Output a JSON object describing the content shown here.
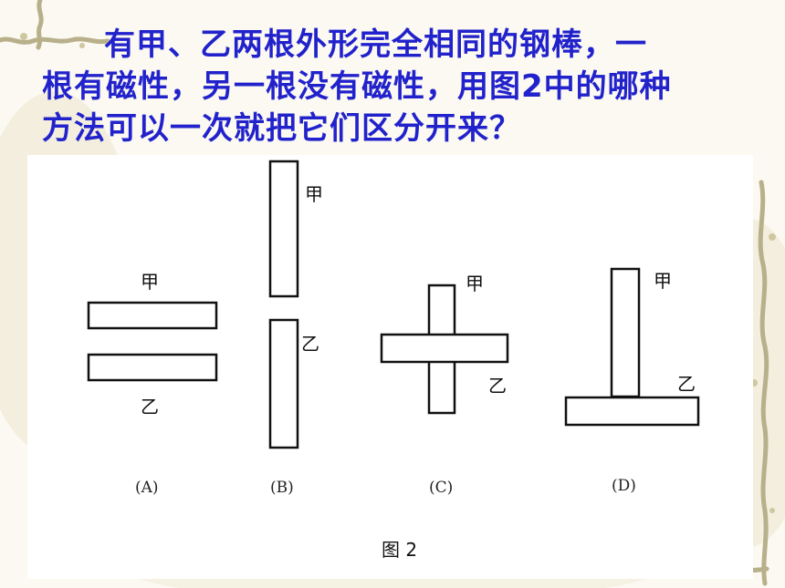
{
  "question": {
    "line1": "有甲、乙两根外形完全相同的钢棒，一",
    "line2": "根有磁性，另一根没有磁性，用图2中的哪种",
    "line3": "方法可以一次就把它们区分开来？"
  },
  "figure": {
    "rod_a": "甲",
    "rod_b": "乙",
    "options": [
      {
        "id": "A",
        "label": "(A)"
      },
      {
        "id": "B",
        "label": "(B)"
      },
      {
        "id": "C",
        "label": "(C)"
      },
      {
        "id": "D",
        "label": "(D)"
      }
    ],
    "caption": "图 2"
  }
}
